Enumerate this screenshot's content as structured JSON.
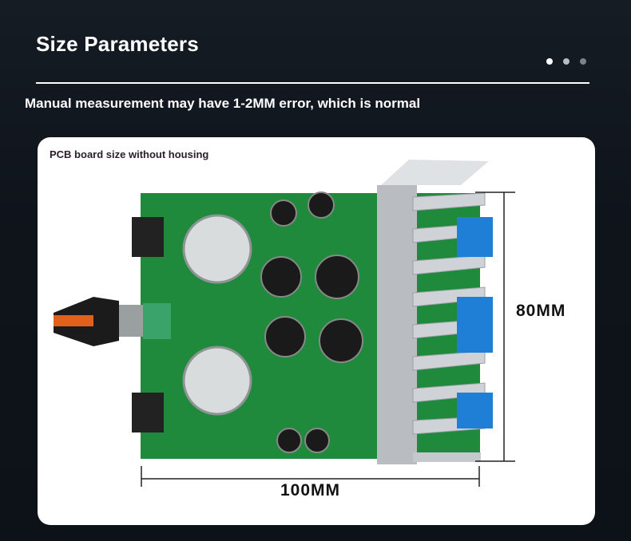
{
  "header": {
    "title": "Size Parameters",
    "pager": {
      "count": 3,
      "active_index": 0
    }
  },
  "subtitle": "Manual measurement may have 1-2MM error, which is normal",
  "card": {
    "label": "PCB board size without housing",
    "height_label": "80MM",
    "width_label": "100MM"
  },
  "colors": {
    "background": "#10161d",
    "pcb_green": "#1f8a3c",
    "heatsink": "#c9ccd0",
    "terminal_blue": "#1f7fd6"
  }
}
